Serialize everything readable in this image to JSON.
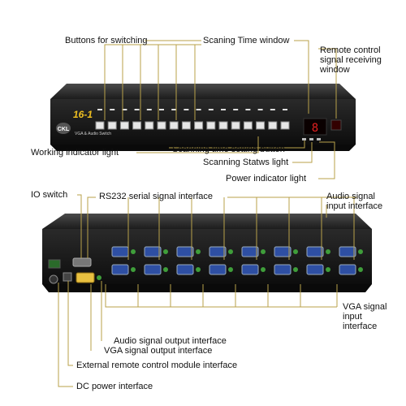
{
  "diagram": {
    "front": {
      "brand_badge": "CKL",
      "model_mark": "16-1",
      "model_text": "VGA & Audio Switch",
      "display_digits": "8",
      "labels": {
        "buttons": "Buttons for switching",
        "scan_window": "Scaning Time window",
        "remote_line1": "Remote control",
        "remote_line2": "signal receiving",
        "remote_line3": "window",
        "working_light": "Working indicator light",
        "scan_time_button": "Scanning time setting button",
        "scan_status_light": "Scanning Statws light",
        "power_light": "Power indicator light"
      },
      "button_count": 16
    },
    "back": {
      "labels": {
        "io_switch": "IO switch",
        "rs232": "RS232 serial signal interface",
        "audio_in_line1": "Audio signal",
        "audio_in_line2": "input interface",
        "vga_in_line1": "VGA signal",
        "vga_in_line2": "input",
        "vga_in_line3": "interface",
        "audio_out": "Audio signal output interface",
        "vga_out": "VGA signal output interface",
        "ext_remote": "External remote control module interface",
        "dc_power": "DC power interface"
      },
      "port_groups": 8
    },
    "colors": {
      "device_body": "#1a1a1a",
      "device_top": "#3a3a3a",
      "leader_line": "#b8a14a",
      "vga_port": "#2e4fa3",
      "audio_port": "#3f9e3a",
      "display_red": "#e02020",
      "label_text": "#111111"
    }
  }
}
